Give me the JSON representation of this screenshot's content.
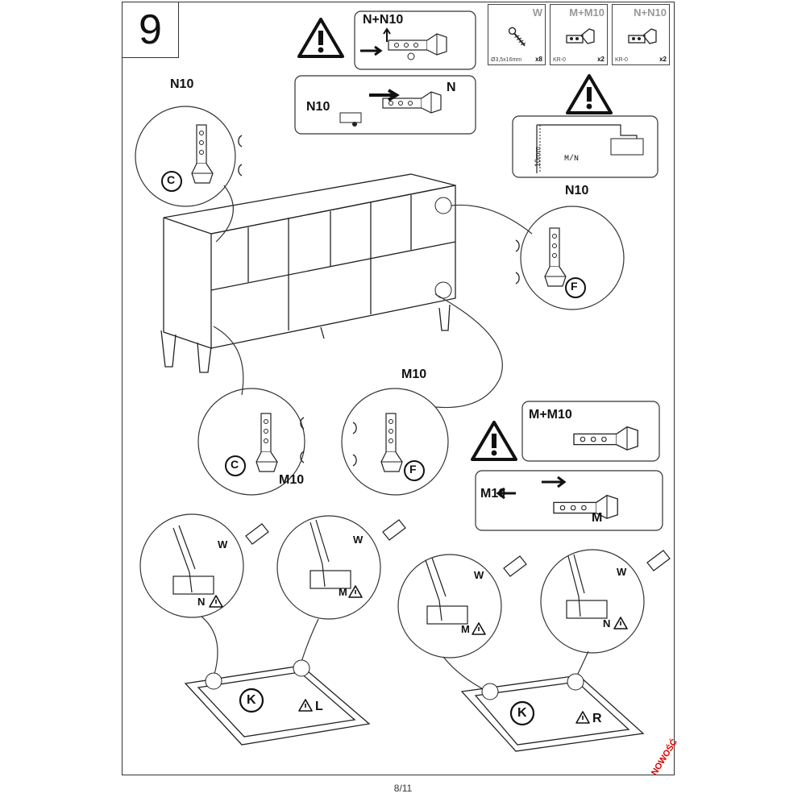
{
  "step_number": "9",
  "page_number": "8/11",
  "new_badge": "NOWOŚĆ",
  "parts": [
    {
      "title": "W",
      "spec": "Ø3,5x16mm",
      "qty": "x8",
      "icon": "screw-icon"
    },
    {
      "title": "M+M10",
      "spec": "KR-0",
      "qty": "x2",
      "icon": "hinge-icon"
    },
    {
      "title": "N+N10",
      "spec": "KR-0",
      "qty": "x2",
      "icon": "hinge-icon"
    }
  ],
  "callouts": {
    "n_n10_title": "N+N10",
    "n10_label": "N10",
    "n_label": "N",
    "m_m10_title": "M+M10",
    "m10_label": "M10",
    "m_label": "M",
    "mn_label": "M/N",
    "mm_label": "10mm"
  },
  "details": {
    "top_left_hinge": "N10",
    "top_left_panel": "C",
    "top_right_hinge": "N10",
    "top_right_panel": "F",
    "mid_left_hinge": "M10",
    "mid_left_panel": "C",
    "mid_right_hinge": "M10",
    "mid_right_panel": "F"
  },
  "doors": {
    "d1_screw": "W",
    "d1_hinge": "N",
    "d2_screw": "W",
    "d2_hinge": "M",
    "d3_screw": "W",
    "d3_hinge": "M",
    "d4_screw": "W",
    "d4_hinge": "N",
    "left_door": "K",
    "left_side": "L",
    "right_door": "K",
    "right_side": "R"
  },
  "colors": {
    "line": "#222222",
    "badge": "#e00000"
  }
}
